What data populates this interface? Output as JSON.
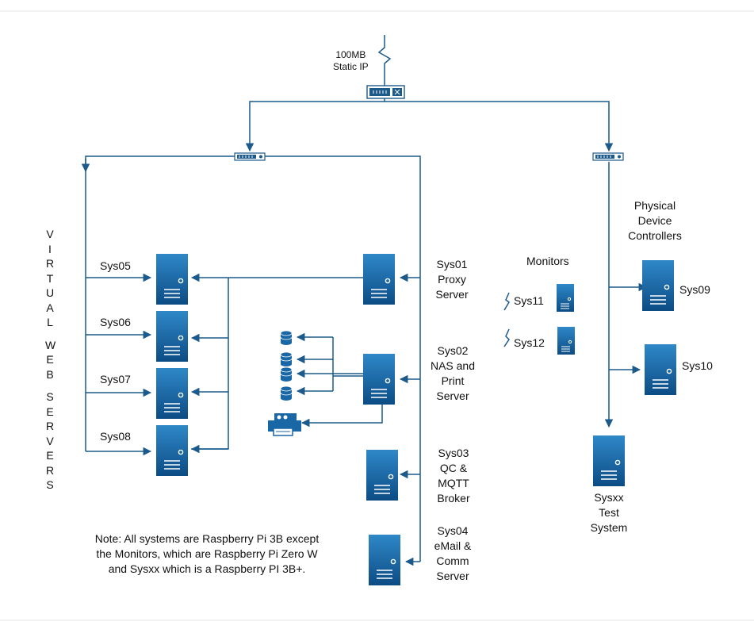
{
  "uplink": {
    "speed": "100MB",
    "ip": "Static IP"
  },
  "group_label": {
    "letters": [
      "V",
      "I",
      "R",
      "T",
      "U",
      "A",
      "L",
      "",
      "W",
      "E",
      "B",
      "",
      "S",
      "E",
      "R",
      "V",
      "E",
      "R",
      "S"
    ]
  },
  "servers": {
    "sys05": "Sys05",
    "sys06": "Sys06",
    "sys07": "Sys07",
    "sys08": "Sys08",
    "sys01": [
      "Sys01",
      "Proxy",
      "Server"
    ],
    "sys02": [
      "Sys02",
      "NAS and",
      "Print",
      "Server"
    ],
    "sys03": [
      "Sys03",
      "QC &",
      "MQTT",
      "Broker"
    ],
    "sys04": [
      "Sys04",
      "eMail &",
      "Comm",
      "Server"
    ],
    "sys09": "Sys09",
    "sys10": "Sys10",
    "sysxx": [
      "Sysxx",
      "Test",
      "System"
    ]
  },
  "monitors": {
    "title": "Monitors",
    "sys11": "Sys11",
    "sys12": "Sys12"
  },
  "physical": [
    "Physical",
    "Device",
    "Controllers"
  ],
  "note": [
    "Note: All systems are Raspberry Pi 3B except",
    "the Monitors, which are Raspberry Pi Zero W",
    "and Sysxx which is a Raspberry PI 3B+."
  ],
  "colors": {
    "line": "#1c5a8c",
    "server_top": "#2e86c6",
    "server_bottom": "#0d4f86",
    "border": "#e3e3e3"
  }
}
